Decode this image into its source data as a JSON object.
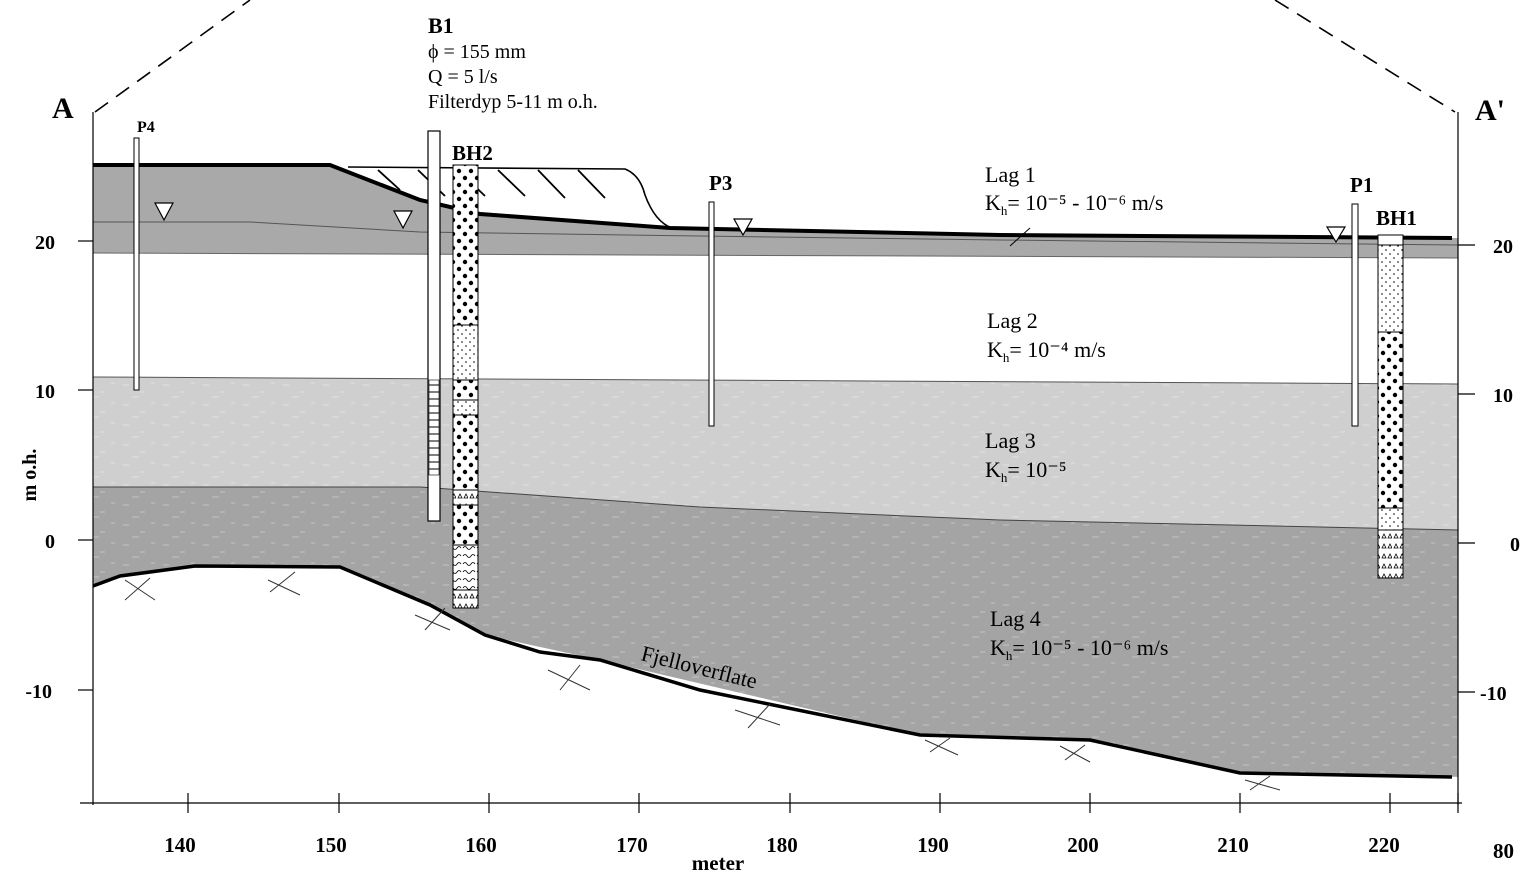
{
  "section": {
    "start_label": "A",
    "end_label": "A'"
  },
  "axes": {
    "xlabel": "meter",
    "ylabel": "m o.h.",
    "x_ticks": [
      "140",
      "150",
      "160",
      "170",
      "180",
      "190",
      "200",
      "210",
      "220"
    ],
    "y_ticks_left": [
      "20",
      "10",
      "0",
      "-10"
    ],
    "y_ticks_right": [
      "20",
      "10",
      "0",
      "-10"
    ],
    "corner_label": "80"
  },
  "layers": {
    "lag1": {
      "name": "Lag 1",
      "k_prefix": "K",
      "k_sub": "h",
      "k_value": "= 10⁻⁵ - 10⁻⁶ m/s"
    },
    "lag2": {
      "name": "Lag 2",
      "k_prefix": "K",
      "k_sub": "h",
      "k_value": "= 10⁻⁴ m/s"
    },
    "lag3": {
      "name": "Lag 3",
      "k_prefix": "K",
      "k_sub": "h",
      "k_value": "= 10⁻⁵"
    },
    "lag4": {
      "name": "Lag 4",
      "k_prefix": "K",
      "k_sub": "h",
      "k_value": "= 10⁻⁵ - 10⁻⁶ m/s"
    }
  },
  "bedrock_label": "Fjelloverflate",
  "wells": {
    "b1": {
      "name": "B1",
      "diameter": "ϕ = 155 mm",
      "rate": "Q = 5 l/s",
      "filter": "Filterdyp 5-11 m o.h."
    },
    "p4": "P4",
    "p3": "P3",
    "p1": "P1",
    "bh2": "BH2",
    "bh1": "BH1"
  },
  "colors": {
    "layer1": "#a9a9a9",
    "layer2": "#ffffff",
    "layer3": "#cfcfcf",
    "layer4": "#a4a4a4",
    "outline": "#000000"
  }
}
